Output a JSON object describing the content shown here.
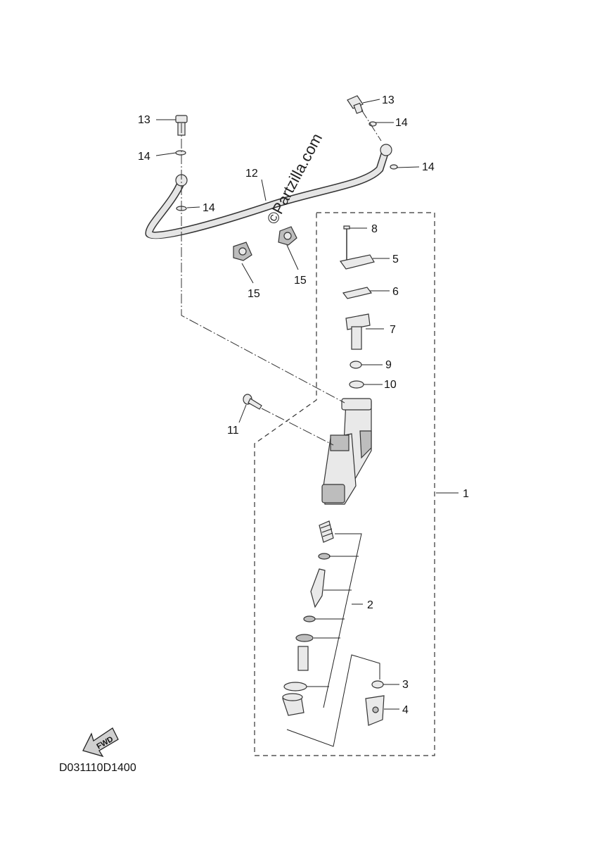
{
  "labels": {
    "c1": "1",
    "c2": "2",
    "c3": "3",
    "c4": "4",
    "c5": "5",
    "c6": "6",
    "c7": "7",
    "c8": "8",
    "c9": "9",
    "c10": "10",
    "c11": "11",
    "c12": "12",
    "c13a": "13",
    "c13b": "13",
    "c14a": "14",
    "c14b": "14",
    "c14c": "14",
    "c14d": "14",
    "c15a": "15",
    "c15b": "15"
  },
  "watermark": "©Partzilla.com",
  "drawing_code": "D031110D1400",
  "fwd_label": "FWD"
}
